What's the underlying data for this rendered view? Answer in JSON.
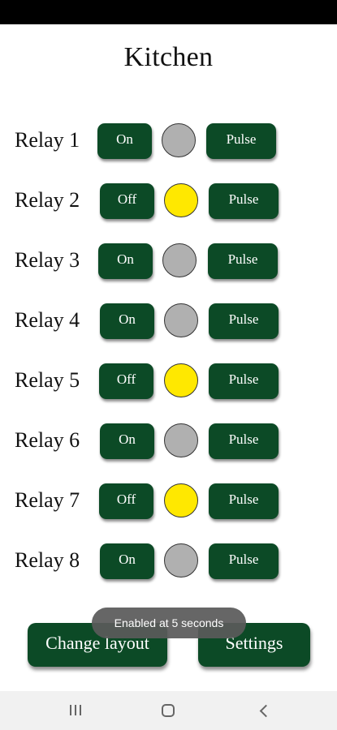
{
  "page": {
    "title": "Kitchen"
  },
  "relays": [
    {
      "label": "Relay 1",
      "toggle_label": "On",
      "pulse_label": "Pulse",
      "state": "off"
    },
    {
      "label": "Relay 2",
      "toggle_label": "Off",
      "pulse_label": "Pulse",
      "state": "on"
    },
    {
      "label": "Relay 3",
      "toggle_label": "On",
      "pulse_label": "Pulse",
      "state": "off"
    },
    {
      "label": "Relay 4",
      "toggle_label": "On",
      "pulse_label": "Pulse",
      "state": "off"
    },
    {
      "label": "Relay 5",
      "toggle_label": "Off",
      "pulse_label": "Pulse",
      "state": "on"
    },
    {
      "label": "Relay 6",
      "toggle_label": "On",
      "pulse_label": "Pulse",
      "state": "off"
    },
    {
      "label": "Relay 7",
      "toggle_label": "Off",
      "pulse_label": "Pulse",
      "state": "on"
    },
    {
      "label": "Relay 8",
      "toggle_label": "On",
      "pulse_label": "Pulse",
      "state": "off"
    }
  ],
  "footer": {
    "change_layout_label": "Change layout",
    "settings_label": "Settings"
  },
  "toast": {
    "text": "Enabled at 5 seconds"
  },
  "colors": {
    "button_green": "#0c4a26",
    "indicator_on": "#ffe800",
    "indicator_off": "#b0b0b0"
  },
  "nav": {
    "recent_icon": "recent-apps-icon",
    "home_icon": "home-icon",
    "back_icon": "back-icon"
  }
}
